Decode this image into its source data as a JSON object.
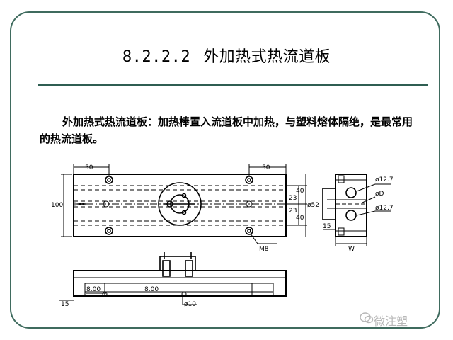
{
  "slide": {
    "section_number": "8.2.2.2",
    "title": "外加热式热流道板",
    "paragraph": "外加热式热流道板：加热棒置入流道板中加热，与塑料熔体隔绝，是最常用的热流道板。"
  },
  "drawing": {
    "dims": {
      "top_left_50": "50",
      "top_right_50": "50",
      "height_100": "100",
      "d40_top": "40",
      "d23_top": "23",
      "d23_bot": "23",
      "d40_bot": "40",
      "phi52": "ø52",
      "m8": "M8",
      "phi127_top": "ø12.7",
      "phiD": "øD",
      "phi127_bot": "ø12.7",
      "d15_side": "15",
      "w": "W",
      "d800_left": "8.00",
      "d800_mid": "8.00",
      "d15_bottom": "15",
      "phi10": "ø10"
    }
  },
  "watermark": {
    "text": "微注塑"
  },
  "colors": {
    "frame": "#3f6b5e",
    "rule": "#2f5e52"
  }
}
